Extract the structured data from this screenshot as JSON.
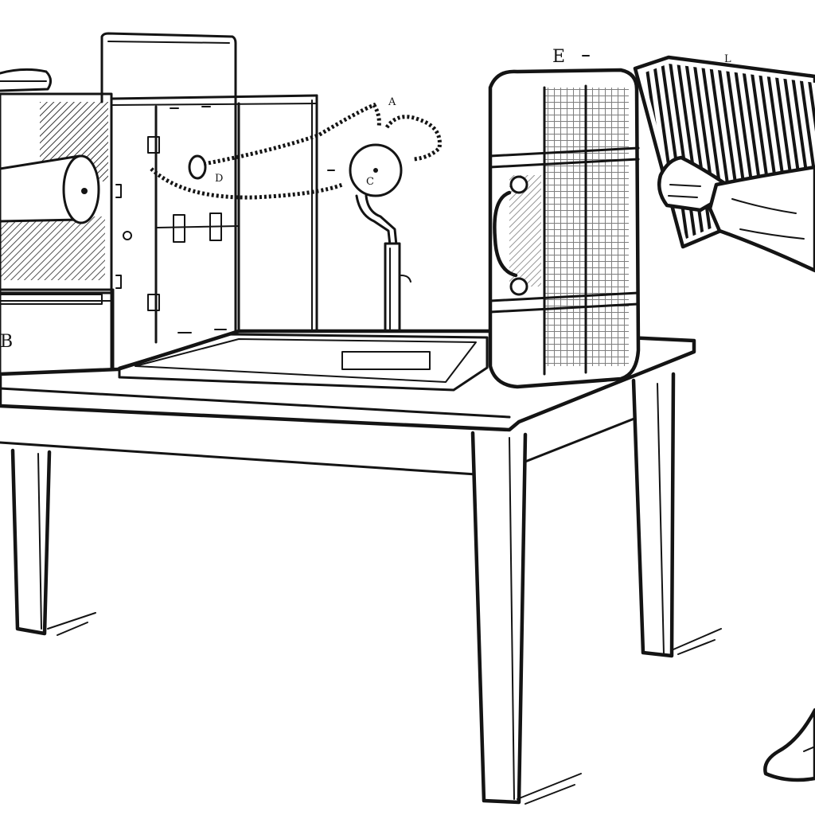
{
  "figure": {
    "labels": {
      "a": "A",
      "b": "B",
      "d": "D",
      "e": "E",
      "l": "L",
      "c": "C"
    },
    "colors": {
      "ink": "#141414",
      "paper": "#ffffff"
    },
    "icons": {
      "crank_drum": "cylinder-drum-icon",
      "coil_wheel": "coil-wheel-icon",
      "battery": "battery-case-icon",
      "grid_plate": "grid-plate-icon"
    }
  }
}
